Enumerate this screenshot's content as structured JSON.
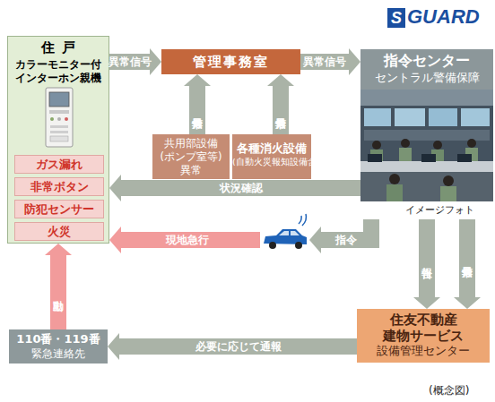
{
  "diagram": {
    "caption": "(概念図)",
    "nodes": [
      {
        "text": [
          "住戸",
          "カラーモニター付 インターホン親機"
        ]
      },
      {
        "text": [
          "ガス漏れ"
        ],
        "in": 0
      },
      {
        "text": [
          "非常ボタン"
        ],
        "in": 0
      },
      {
        "text": [
          "防犯センサー"
        ],
        "in": 0
      },
      {
        "text": [
          "火災"
        ],
        "in": 0
      },
      {
        "text": [
          "管理事務室"
        ]
      },
      {
        "text": [
          "共用部設備 (ポンプ室等) 異常"
        ]
      },
      {
        "text": [
          "各種消火設備",
          "(自動火災報知設備含)"
        ]
      },
      {
        "text": [
          "指令センター",
          "セントラル警備保障"
        ]
      },
      {
        "text": [
          "住友不動産 建物サービス",
          "設備管理センター"
        ]
      },
      {
        "text": [
          "110番・119番",
          "緊急連絡先"
        ]
      }
    ],
    "edges": [
      {
        "from": 0,
        "to": 5,
        "label": "異常信号",
        "arrow": "to"
      },
      {
        "from": 5,
        "to": 8,
        "label": "異常信号",
        "arrow": "to"
      },
      {
        "from": 6,
        "to": 5,
        "label": "異常信号",
        "arrow": "to"
      },
      {
        "from": 7,
        "to": 5,
        "label": "異常信号",
        "arrow": "to"
      },
      {
        "from": 8,
        "to": 0,
        "label": "状況確認",
        "arrow": "to"
      },
      {
        "from": 8,
        "to": 0,
        "label": "指令",
        "arrow": "to"
      },
      {
        "from": 8,
        "to": 9,
        "label": "報告",
        "arrow": "to"
      },
      {
        "from": 8,
        "to": 9,
        "label": "異常信号",
        "arrow": "to"
      },
      {
        "from": 9,
        "to": 10,
        "label": "必要に応じて通報",
        "arrow": "to"
      },
      {
        "from": 10,
        "to": 0,
        "label": "出動",
        "arrow": "to"
      }
    ],
    "labels": [
      "S",
      "GUARD",
      "イメージフォト",
      "現地急行"
    ]
  }
}
